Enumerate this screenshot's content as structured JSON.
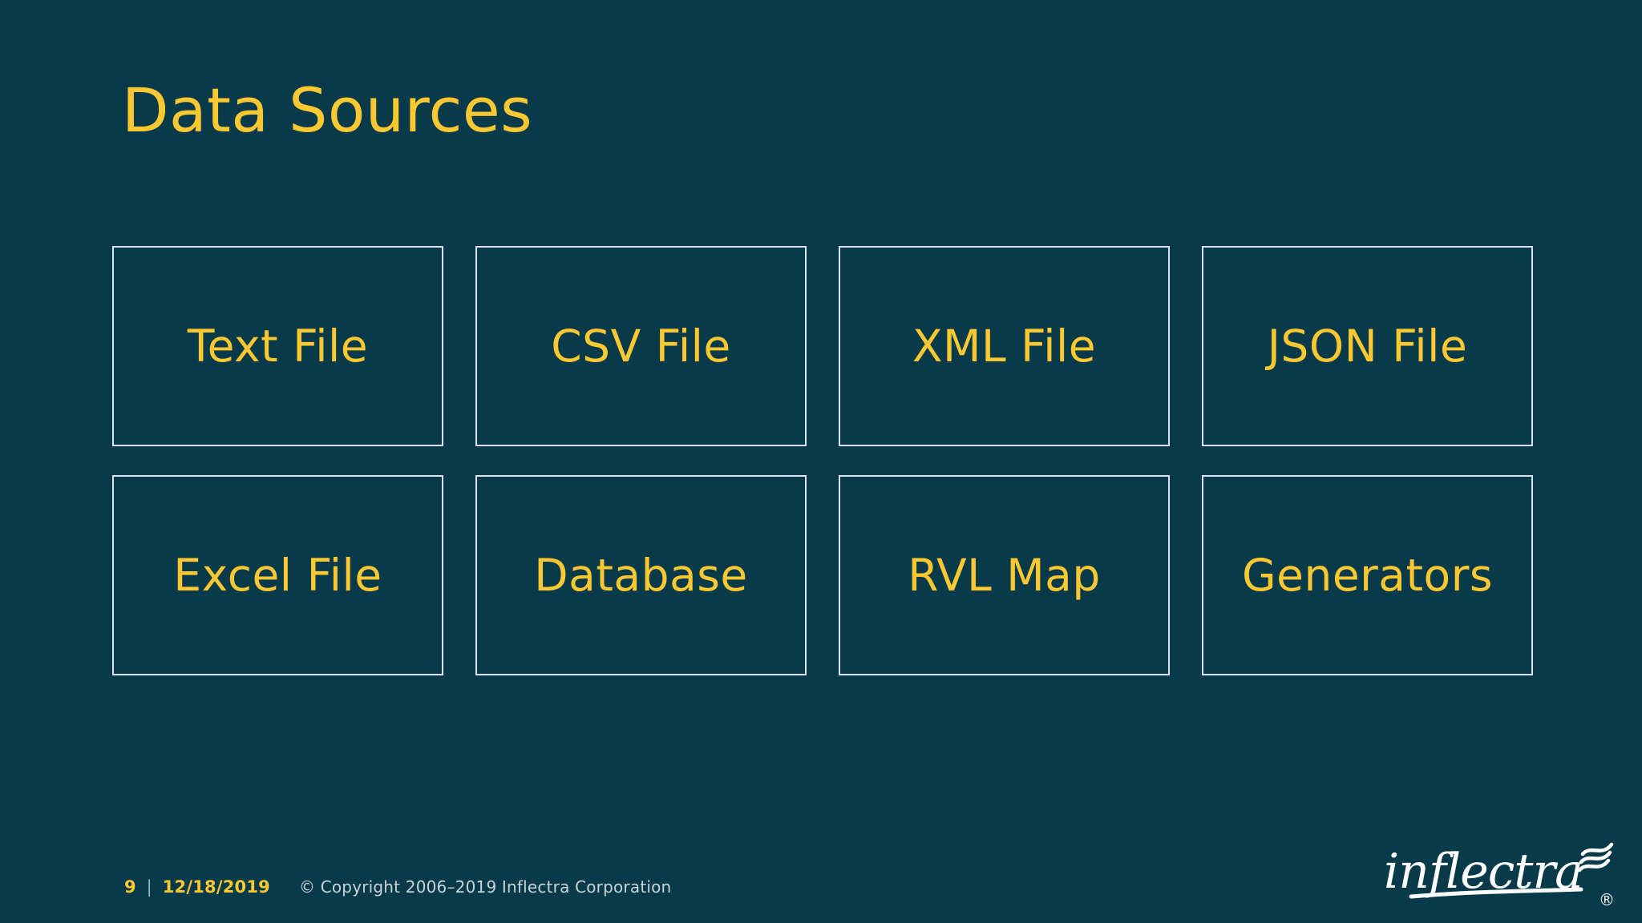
{
  "theme": {
    "background": "#083a49",
    "accent_gold": "#fbc832",
    "card_border": "#dfe3f0",
    "footer_muted": "#c9d4d8",
    "logo_white": "#ffffff"
  },
  "slide": {
    "title": "Data Sources"
  },
  "cards": [
    {
      "label": "Text File"
    },
    {
      "label": "CSV File"
    },
    {
      "label": "XML File"
    },
    {
      "label": "JSON File"
    },
    {
      "label": "Excel File"
    },
    {
      "label": "Database"
    },
    {
      "label": "RVL Map"
    },
    {
      "label": "Generators"
    }
  ],
  "footer": {
    "page_number": "9",
    "separator": "|",
    "date": "12/18/2019",
    "copyright": "© Copyright 2006–2019 Inflectra Corporation"
  },
  "logo": {
    "wordmark": "inflectra",
    "registered_mark": "®",
    "icon_name": "inflectra-wave-icon"
  }
}
